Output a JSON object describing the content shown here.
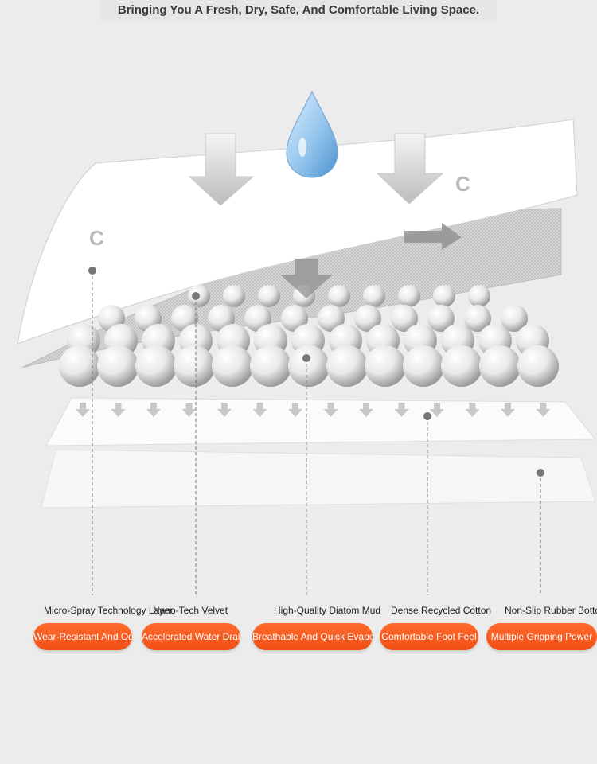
{
  "headline": "Bringing You A Fresh, Dry, Safe, And Comfortable Living Space.",
  "brand_mark": "C",
  "colors": {
    "accent": "#f45818",
    "background": "#ececec",
    "water_drop": "#7fb6e6"
  },
  "icons": {
    "water_drop": "water-drop-icon",
    "arrow": "down-arrow-icon"
  },
  "layers": [
    {
      "name": "Micro-Spray Technology Layer",
      "feature": "Wear-Resistant And Odor-Free"
    },
    {
      "name": "Nano-Tech Velvet",
      "feature": "Accelerated Water Drainage"
    },
    {
      "name": "High-Quality Diatom Mud",
      "feature": "Breathable And Quick Evaporation"
    },
    {
      "name": "Dense Recycled Cotton",
      "feature": "Comfortable Foot Feel"
    },
    {
      "name": "Non-Slip Rubber Bottom",
      "feature": "Multiple Gripping Power"
    }
  ]
}
